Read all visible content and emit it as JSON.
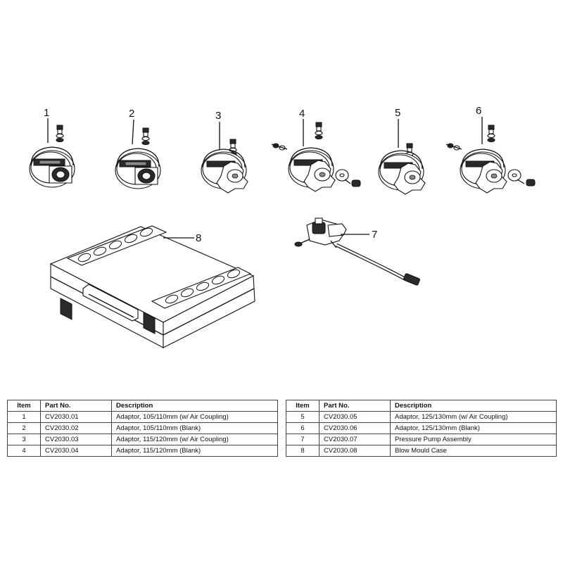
{
  "callouts": {
    "item1": "1",
    "item2": "2",
    "item3": "3",
    "item4": "4",
    "item5": "5",
    "item6": "6",
    "item7": "7",
    "item8": "8"
  },
  "table": {
    "headers": {
      "item": "Item",
      "part_no": "Part No.",
      "description": "Description"
    },
    "left_rows": [
      {
        "item": "1",
        "part_no": "CV2030.01",
        "description": "Adaptor, 105/110mm  (w/ Air Coupling)"
      },
      {
        "item": "2",
        "part_no": "CV2030.02",
        "description": "Adaptor, 105/110mm  (Blank)"
      },
      {
        "item": "3",
        "part_no": "CV2030.03",
        "description": "Adaptor, 115/120mm  (w/ Air Coupling)"
      },
      {
        "item": "4",
        "part_no": "CV2030.04",
        "description": "Adaptor, 115/120mm  (Blank)"
      }
    ],
    "right_rows": [
      {
        "item": "5",
        "part_no": "CV2030.05",
        "description": "Adaptor, 125/130mm (w/ Air Coupling)"
      },
      {
        "item": "6",
        "part_no": "CV2030.06",
        "description": "Adaptor, 125/130mm  (Blank)"
      },
      {
        "item": "7",
        "part_no": "CV2030.07",
        "description": "Pressure Pump Assembly"
      },
      {
        "item": "8",
        "part_no": "CV2030.08",
        "description": "Blow Mould Case"
      }
    ]
  }
}
